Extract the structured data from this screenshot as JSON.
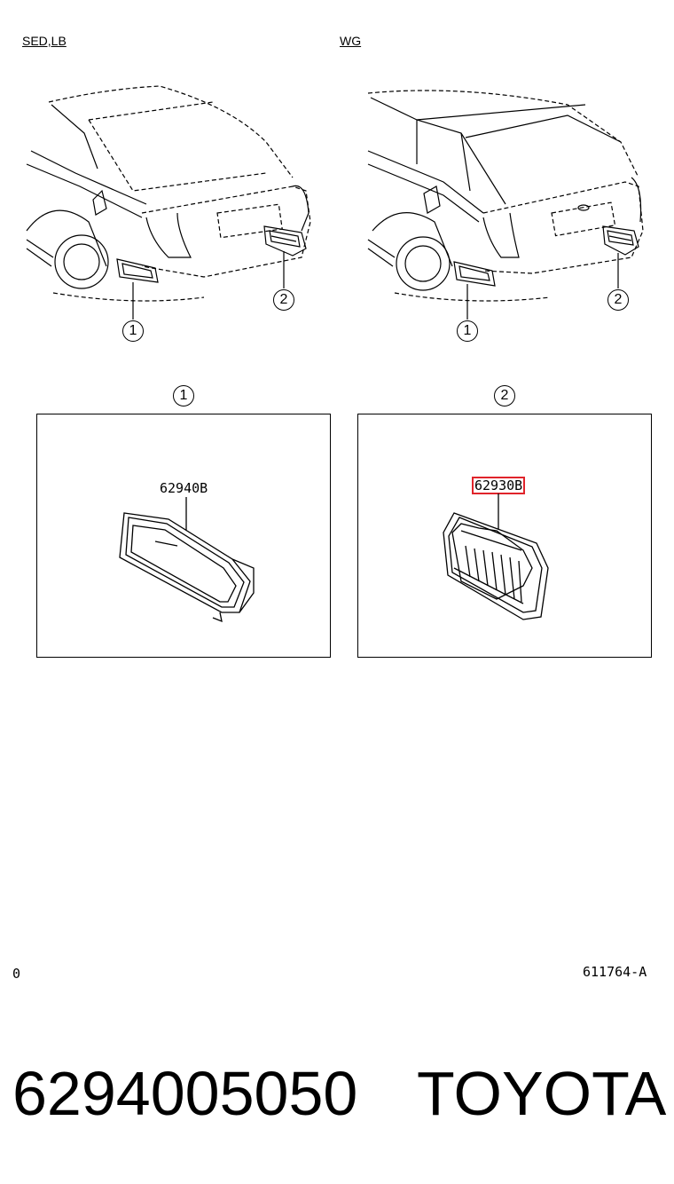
{
  "variants": {
    "left_label": "SED,LB",
    "right_label": "WG"
  },
  "callouts": {
    "one": "1",
    "two": "2"
  },
  "details": {
    "left_part": "62940B",
    "right_part": "62930B"
  },
  "footer": {
    "left_code": "0",
    "right_code": "611764-A"
  },
  "product": {
    "part_number": "6294005050",
    "brand": "TOYOTA"
  },
  "colors": {
    "highlight": "#e0242b",
    "line": "#000000"
  }
}
